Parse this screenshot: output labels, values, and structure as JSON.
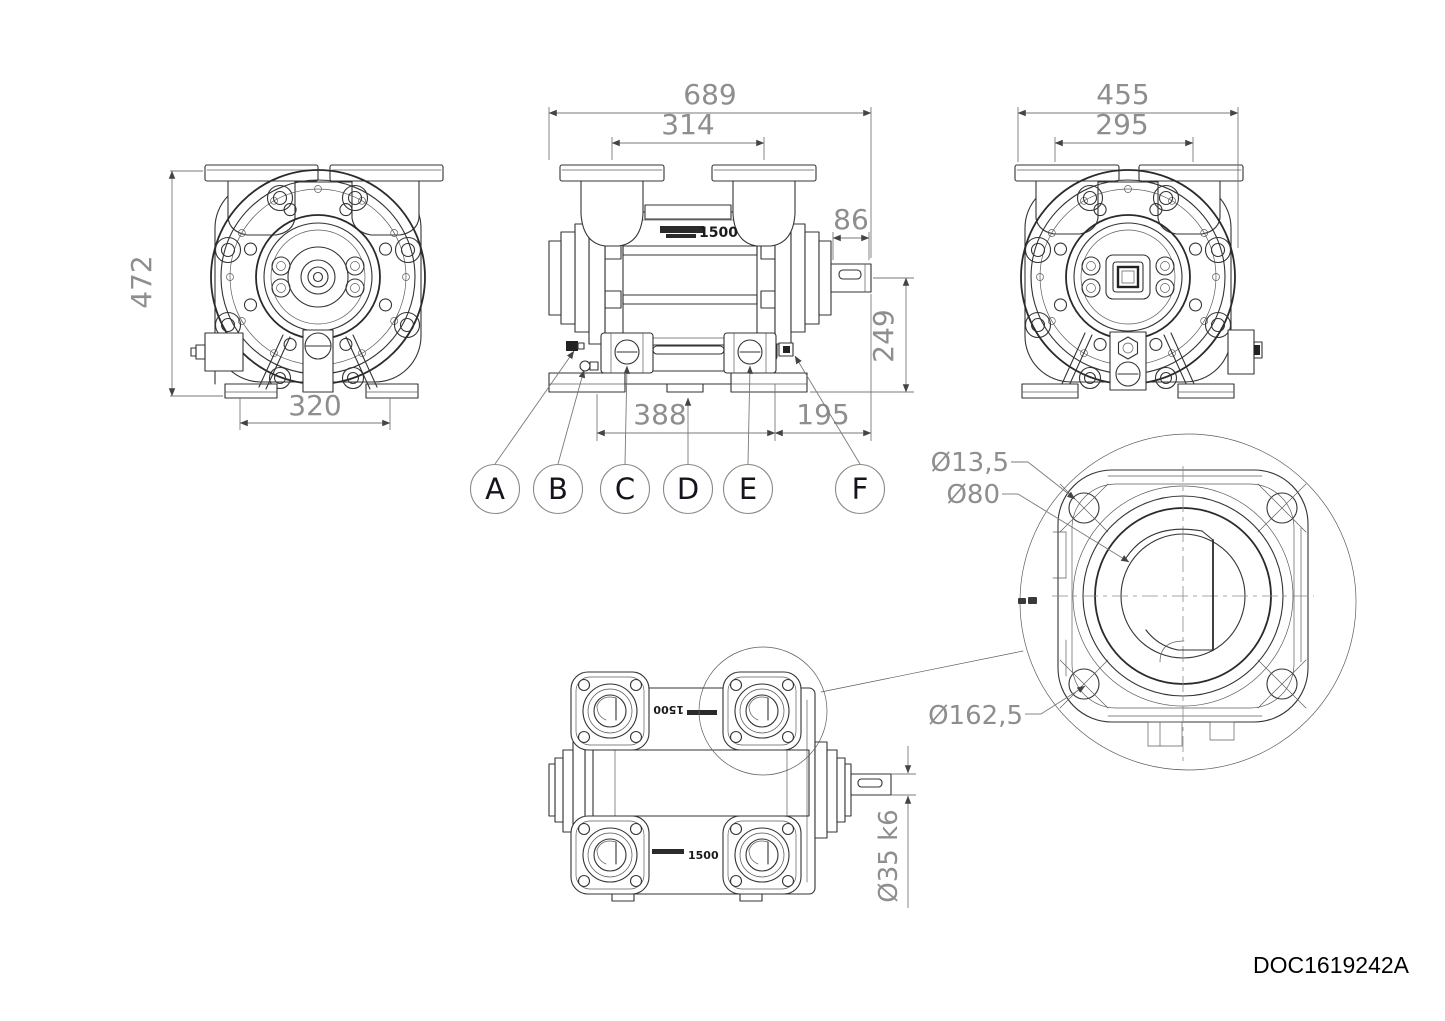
{
  "drawing": {
    "doc_number": "DOC1619242A",
    "nameplate_model": "1500",
    "balloons": [
      "A",
      "B",
      "C",
      "D",
      "E",
      "F"
    ],
    "front_view": {
      "height": "472",
      "base_width": "320"
    },
    "side_view": {
      "overall_length": "689",
      "port_spacing": "314",
      "shaft_length": "86",
      "shaft_center_height": "249",
      "foot_span": "388",
      "shaft_overhang": "195"
    },
    "rear_view": {
      "overall_width": "455",
      "port_spacing": "295"
    },
    "top_view": {
      "shaft_diameter": "Ø35  k6"
    },
    "detail_view": {
      "bolt_hole_diameter": "Ø13,5",
      "bore_diameter": "Ø80",
      "flange_diameter": "Ø162,5"
    }
  }
}
